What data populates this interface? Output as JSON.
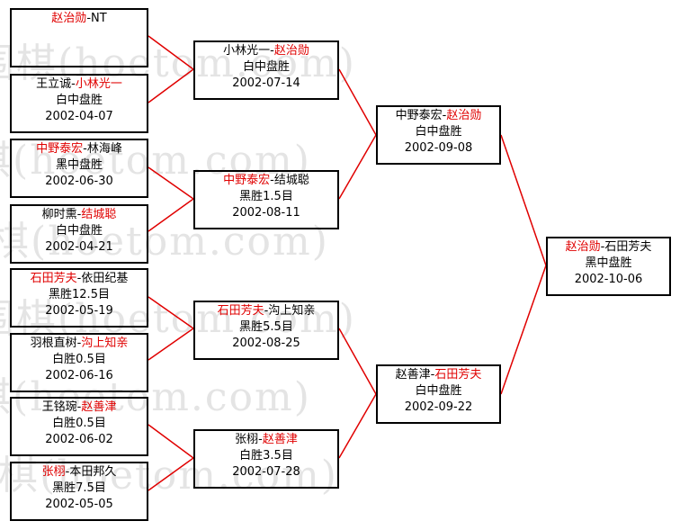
{
  "colors": {
    "winner": "#e00000",
    "line": "#e00000",
    "border": "#000000"
  },
  "watermark": "弘通围棋(hoetom.com)",
  "matches": {
    "r1_1": {
      "p1": "赵治勋",
      "sep": "-",
      "p2": "NT",
      "winner": 1,
      "result": "",
      "date": ""
    },
    "r1_2": {
      "p1": "王立诚",
      "sep": "-",
      "p2": "小林光一",
      "winner": 2,
      "result": "白中盘胜",
      "date": "2002-04-07"
    },
    "r1_3": {
      "p1": "中野泰宏",
      "sep": "-",
      "p2": "林海峰",
      "winner": 1,
      "result": "黑中盘胜",
      "date": "2002-06-30"
    },
    "r1_4": {
      "p1": "柳时熏",
      "sep": "-",
      "p2": "结城聪",
      "winner": 2,
      "result": "白中盘胜",
      "date": "2002-04-21"
    },
    "r1_5": {
      "p1": "石田芳夫",
      "sep": "-",
      "p2": "依田纪基",
      "winner": 1,
      "result": "黑胜12.5目",
      "date": "2002-05-19"
    },
    "r1_6": {
      "p1": "羽根直树",
      "sep": "-",
      "p2": "沟上知亲",
      "winner": 2,
      "result": "白胜0.5目",
      "date": "2002-06-16"
    },
    "r1_7": {
      "p1": "王铭琬",
      "sep": "-",
      "p2": "赵善津",
      "winner": 2,
      "result": "白胜0.5目",
      "date": "2002-06-02"
    },
    "r1_8": {
      "p1": "张栩",
      "sep": "-",
      "p2": "本田邦久",
      "winner": 1,
      "result": "黑胜7.5目",
      "date": "2002-05-05"
    },
    "r2_1": {
      "p1": "小林光一",
      "sep": "-",
      "p2": "赵治勋",
      "winner": 2,
      "result": "白中盘胜",
      "date": "2002-07-14"
    },
    "r2_2": {
      "p1": "中野泰宏",
      "sep": "-",
      "p2": "结城聪",
      "winner": 1,
      "result": "黑胜1.5目",
      "date": "2002-08-11"
    },
    "r2_3": {
      "p1": "石田芳夫",
      "sep": "-",
      "p2": "沟上知亲",
      "winner": 1,
      "result": "黑胜5.5目",
      "date": "2002-08-25"
    },
    "r2_4": {
      "p1": "张栩",
      "sep": "-",
      "p2": "赵善津",
      "winner": 2,
      "result": "白胜3.5目",
      "date": "2002-07-28"
    },
    "r3_1": {
      "p1": "中野泰宏",
      "sep": "-",
      "p2": "赵治勋",
      "winner": 2,
      "result": "白中盘胜",
      "date": "2002-09-08"
    },
    "r3_2": {
      "p1": "赵善津",
      "sep": "-",
      "p2": "石田芳夫",
      "winner": 2,
      "result": "白中盘胜",
      "date": "2002-09-22"
    },
    "final": {
      "p1": "赵治勋",
      "sep": "-",
      "p2": "石田芳夫",
      "winner": 1,
      "result": "黑中盘胜",
      "date": "2002-10-06"
    }
  }
}
